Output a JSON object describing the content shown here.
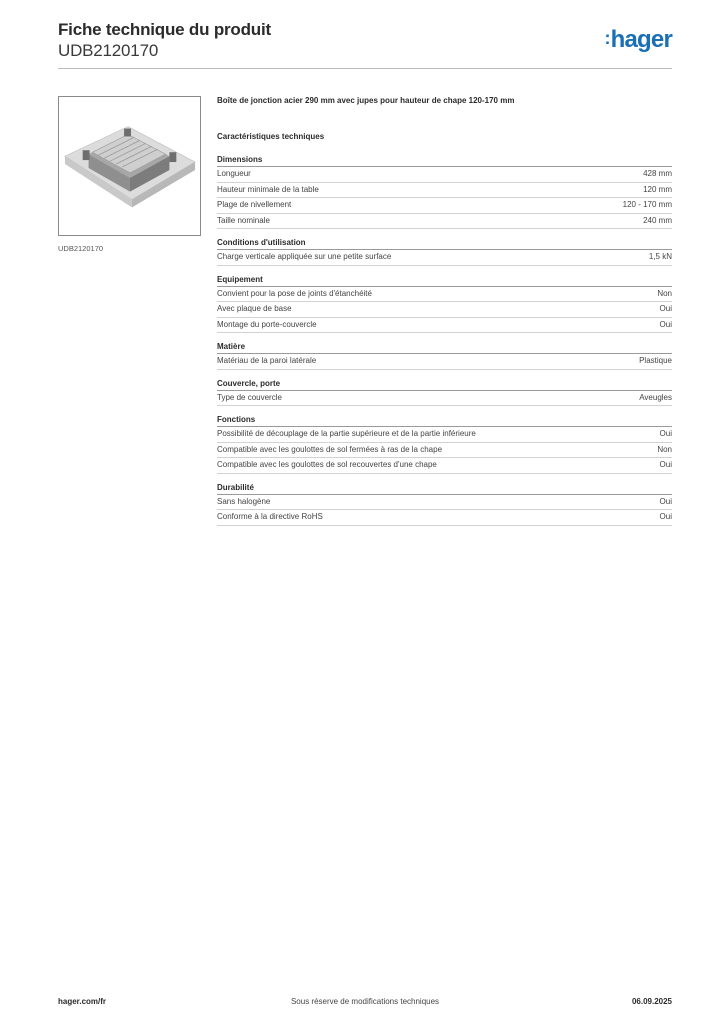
{
  "header": {
    "title": "Fiche technique du produit",
    "reference": "UDB2120170",
    "logo_text": "hager",
    "logo_color": "#1a6fb5"
  },
  "image": {
    "caption": "UDB2120170"
  },
  "product": {
    "description": "Boîte de jonction acier 290 mm avec jupes pour hauteur de chape 120-170 mm",
    "tech_heading": "Caractéristiques techniques"
  },
  "sections": [
    {
      "title": "Dimensions",
      "rows": [
        {
          "label": "Longueur",
          "value": "428 mm"
        },
        {
          "label": "Hauteur minimale de la table",
          "value": "120 mm"
        },
        {
          "label": "Plage de nivellement",
          "value": "120 - 170 mm"
        },
        {
          "label": "Taille nominale",
          "value": "240 mm"
        }
      ]
    },
    {
      "title": "Conditions d'utilisation",
      "rows": [
        {
          "label": "Charge verticale appliquée sur une petite surface",
          "value": "1,5 kN"
        }
      ]
    },
    {
      "title": "Equipement",
      "rows": [
        {
          "label": "Convient pour la pose de joints d'étanchéité",
          "value": "Non"
        },
        {
          "label": "Avec plaque de base",
          "value": "Oui"
        },
        {
          "label": "Montage du porte-couvercle",
          "value": "Oui"
        }
      ]
    },
    {
      "title": "Matière",
      "rows": [
        {
          "label": "Matériau de la paroi latérale",
          "value": "Plastique"
        }
      ]
    },
    {
      "title": "Couvercle, porte",
      "rows": [
        {
          "label": "Type de couvercle",
          "value": "Aveugles"
        }
      ]
    },
    {
      "title": "Fonctions",
      "rows": [
        {
          "label": "Possibilité de découplage de la partie supérieure et de la partie inférieure",
          "value": "Oui"
        },
        {
          "label": "Compatible avec les goulottes de sol fermées à ras de la chape",
          "value": "Non"
        },
        {
          "label": "Compatible avec les goulottes de sol recouvertes d'une chape",
          "value": "Oui"
        }
      ]
    },
    {
      "title": "Durabilité",
      "rows": [
        {
          "label": "Sans halogène",
          "value": "Oui"
        },
        {
          "label": "Conforme à la directive RoHS",
          "value": "Oui"
        }
      ]
    }
  ],
  "footer": {
    "website": "hager.com/fr",
    "notice": "Sous réserve de modifications techniques",
    "date": "06.09.2025"
  }
}
